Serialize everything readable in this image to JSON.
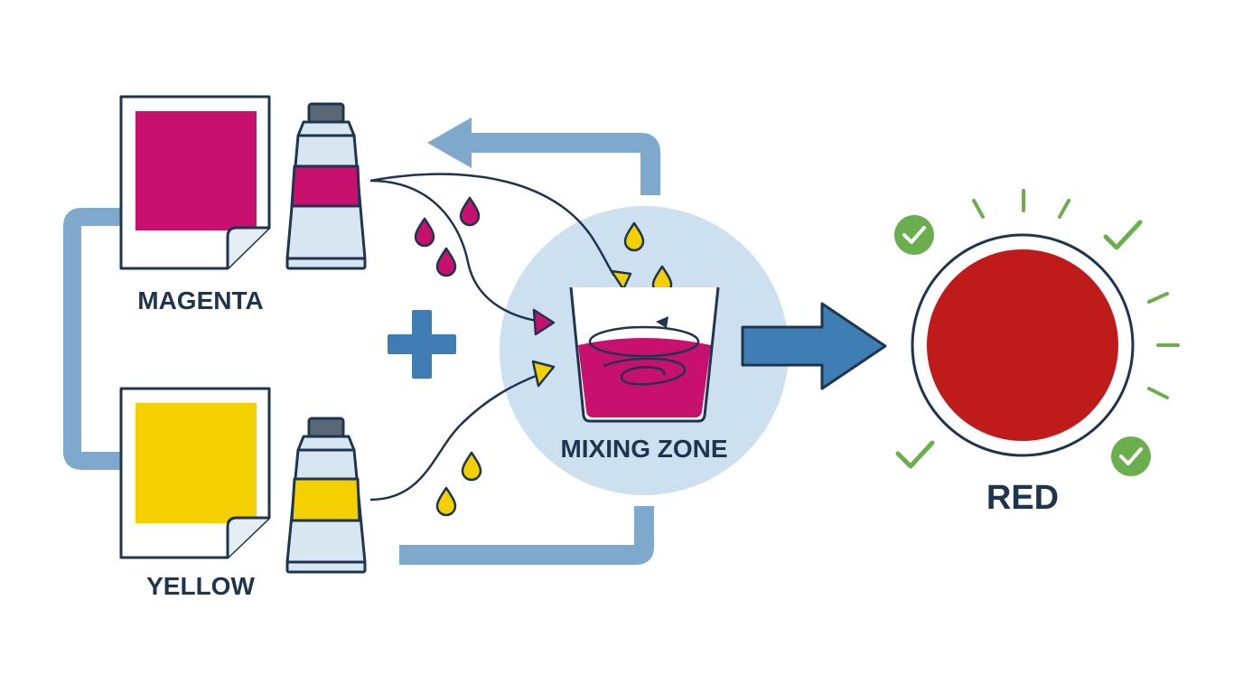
{
  "labels": {
    "magenta": "MAGENTA",
    "yellow": "YELLOW",
    "mixing": "MIXING ZONE",
    "result": "RED"
  },
  "colors": {
    "magenta": "#C8106E",
    "yellow": "#F5D000",
    "red": "#C01B1B",
    "navy": "#1E3550",
    "flow_arrow": "#7EA9CD",
    "mixing_zone": "#CCE0F0",
    "result_arrow": "#3F7EB5",
    "check": "#6BAE4E",
    "tube_body": "#D8E6F2",
    "tube_cap": "#5A6876"
  },
  "icons": [
    "magenta-swatch-card",
    "yellow-swatch-card",
    "magenta-paint-tube",
    "yellow-paint-tube",
    "plus-icon",
    "paint-drop-icon",
    "mixing-beaker-icon",
    "swirl-icon",
    "result-arrow-icon",
    "red-circle",
    "check-icon",
    "sparkle-ray"
  ]
}
